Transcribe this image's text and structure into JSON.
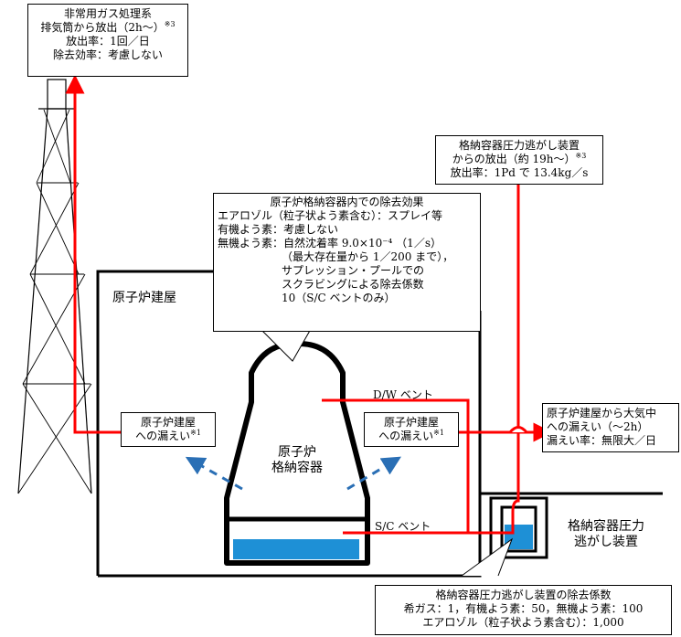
{
  "stack_box": {
    "line1": "非常用ガス処理系",
    "line2": "排気筒から放出（2h～）",
    "note2": "※3",
    "line3": "放出率：1回／日",
    "line4": "除去効率：考慮しない"
  },
  "vent_release_box": {
    "line1": "格納容器圧力逃がし装置",
    "line2": "からの放出（約 19h～）",
    "note2": "※3",
    "line3": "放出率：1Pd で 13.4kg／s"
  },
  "containment_removal_box": {
    "line1": "原子炉格納容器内での除去効果",
    "line2": "エアロゾル（粒子状よう素含む）：スプレイ等",
    "line3": "有機よう素：考慮しない",
    "line4": "無機よう素：自然沈着率 9.0×10⁻⁴ （1／s）",
    "line5": "（最大存在量から 1／200 まで），",
    "line6": "サプレッション・プールでの",
    "line7": "スクラビングによる除去係数",
    "line8": "10（S/C ベントのみ）"
  },
  "reactor_building_label": "原子炉建屋",
  "leak_left": {
    "line1": "原子炉建屋",
    "line2": "への漏えい",
    "note": "※1"
  },
  "leak_right": {
    "line1": "原子炉建屋",
    "line2": "への漏えい",
    "note": "※1"
  },
  "vessel_label": {
    "line1": "原子炉",
    "line2": "格納容器"
  },
  "dw_vent_label": "D/W ベント",
  "sc_vent_label": "S/C ベント",
  "atmosphere_box": {
    "line1": "原子炉建屋から大気中",
    "line2": "への漏えい（～2h）",
    "line3": "漏えい率：無限大／日"
  },
  "vent_device_label": {
    "line1": "格納容器圧力",
    "line2": "逃がし装置"
  },
  "vent_device_factor_box": {
    "line1": "格納容器圧力逃がし装置の除去係数",
    "line2": "希ガス：1，有機よう素：50，無機よう素：100",
    "line3": "エアロゾル（粒子状よう素含む）：1,000"
  },
  "colors": {
    "release_path": "#ff0000",
    "water": "#1e90d6",
    "leak_arrow": "#2a6fb5",
    "line": "#000000"
  }
}
